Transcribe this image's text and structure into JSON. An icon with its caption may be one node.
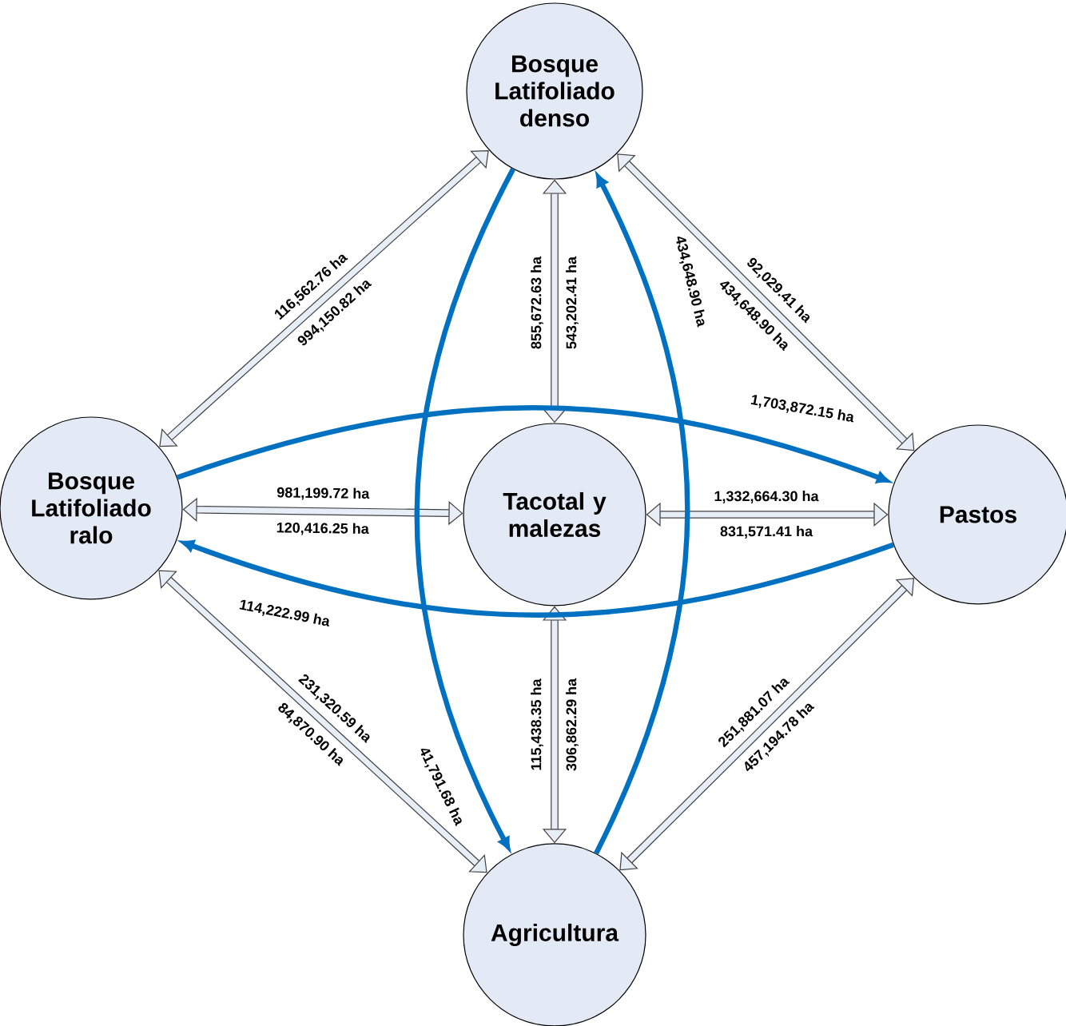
{
  "diagram": {
    "nodes": [
      {
        "text": [
          "Bosque Latifoliado denso"
        ]
      },
      {
        "text": [
          "Bosque Latifoliado ralo"
        ]
      },
      {
        "text": [
          "Tacotal y malezas"
        ]
      },
      {
        "text": [
          "Pastos"
        ]
      },
      {
        "text": [
          "Agricultura"
        ]
      }
    ],
    "edges": [
      {
        "from": 0,
        "to": 1,
        "arrow": "both",
        "label": "116,562.76 ha"
      },
      {
        "from": 0,
        "to": 2,
        "arrow": "both",
        "label": "855,672.63 ha"
      },
      {
        "from": 0,
        "to": 3,
        "arrow": "both",
        "label": "92,029.41 ha"
      },
      {
        "from": 1,
        "to": 2,
        "arrow": "both",
        "label": "981,199.72 ha"
      },
      {
        "from": 2,
        "to": 3,
        "arrow": "both",
        "label": "1,332,664.30 ha"
      },
      {
        "from": 1,
        "to": 4,
        "arrow": "both",
        "label": "231,320.59 ha"
      },
      {
        "from": 2,
        "to": 4,
        "arrow": "both",
        "label": "115,438.35 ha"
      },
      {
        "from": 4,
        "to": 3,
        "arrow": "both",
        "label": "251,881.07 ha"
      },
      {
        "from": 1,
        "to": 3,
        "arrow": "to",
        "label": "1,703,872.15 ha",
        "color": "#0070c0"
      },
      {
        "from": 3,
        "to": 1,
        "arrow": "to",
        "label": "114,222.99 ha",
        "color": "#0070c0"
      },
      {
        "from": 0,
        "to": 4,
        "arrow": "to",
        "label": "41,791.68 ha",
        "color": "#0070c0"
      },
      {
        "from": 4,
        "to": 0,
        "arrow": "to",
        "label": "434,648.90 ha",
        "color": "#0070c0"
      }
    ],
    "labels": [
      "994,150.82 ha",
      "543,202.41 ha",
      "434,648.90 ha",
      "120,416.25 ha",
      "831,571.41 ha",
      "84,870.90 ha",
      "306,862.29 ha",
      "457,194.78 ha"
    ]
  }
}
